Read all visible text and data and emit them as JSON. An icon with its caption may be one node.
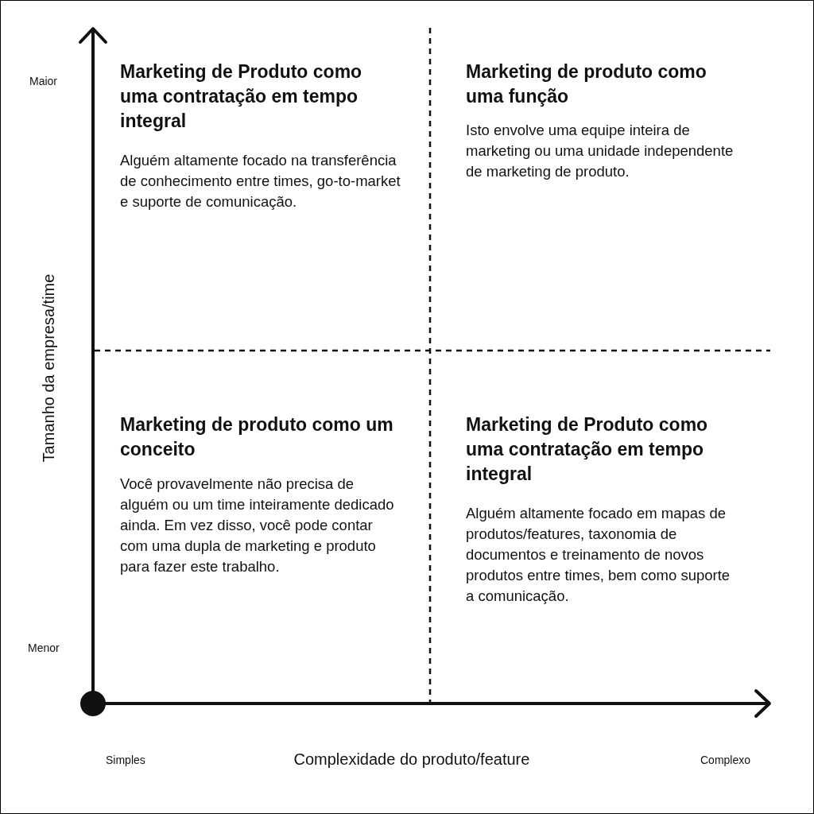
{
  "diagram": {
    "labels": [
      "Maior",
      "Marketing de Produto como uma contratação em tempo integral",
      "Alguém altamente focado na transferência de conhecimento entre times, go-to-market e suporte de comunicação.",
      "Marketing de produto como uma função",
      "Isto envolve uma equipe inteira de marketing ou uma unidade independente de marketing de produto.",
      "Tamanho da empresa/time",
      "Marketing de produto como um conceito",
      "Você provavelmente não precisa de alguém ou um time inteiramente dedicado ainda. Em vez disso, você pode contar com uma dupla de marketing e produto para fazer este trabalho.",
      "Marketing de Produto como uma contratação em tempo integral",
      "Alguém altamente focado em mapas de produtos/features, taxonomia de documentos e treinamento de novos produtos entre times, bem como suporte a comunicação.",
      "Menor",
      "Simples",
      "Complexidade do produto/feature",
      "Complexo"
    ]
  }
}
